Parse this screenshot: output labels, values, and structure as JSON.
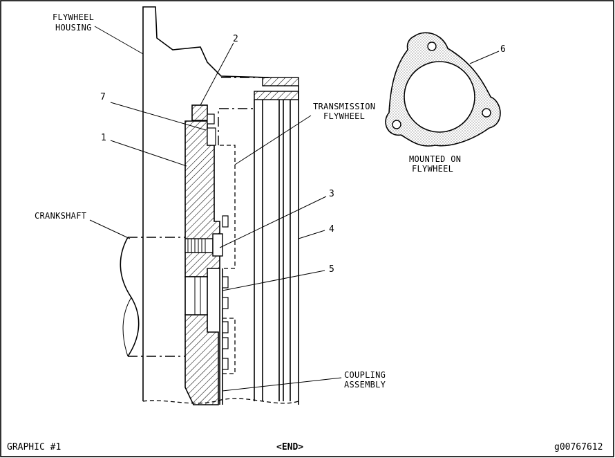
{
  "labels": {
    "flywheel_housing_1": "FLYWHEEL",
    "flywheel_housing_2": "HOUSING",
    "transmission_flywheel_1": "TRANSMISSION",
    "transmission_flywheel_2": "FLYWHEEL",
    "mounted_on_1": "MOUNTED ON",
    "mounted_on_2": "FLYWHEEL",
    "crankshaft": "CRANKSHAFT",
    "coupling_assembly_1": "COUPLING",
    "coupling_assembly_2": "ASSEMBLY"
  },
  "callouts": {
    "c1": "1",
    "c2": "2",
    "c3": "3",
    "c4": "4",
    "c5": "5",
    "c6": "6",
    "c7": "7"
  },
  "footer": {
    "left": "GRAPHIC #1",
    "center": "<END>",
    "right": "g00767612"
  }
}
